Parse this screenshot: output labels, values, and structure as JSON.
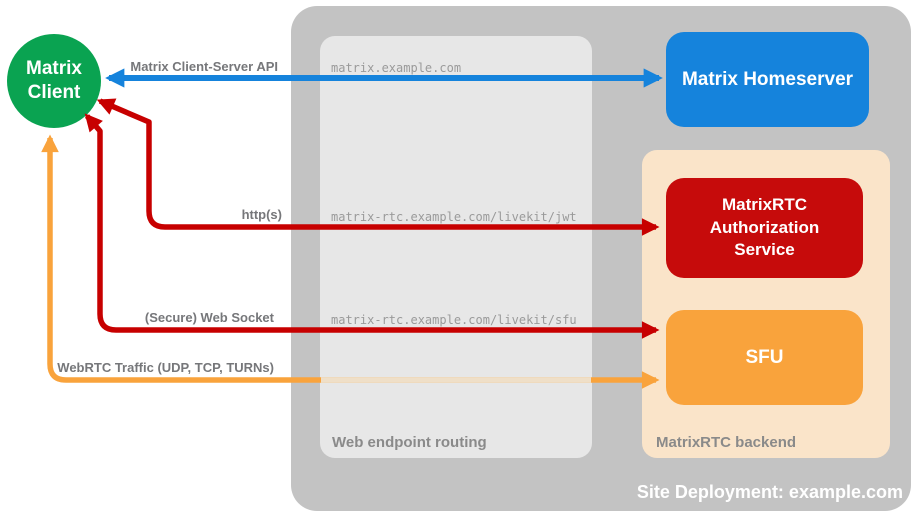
{
  "title": "Site Deployment: example.com",
  "nodes": {
    "client": {
      "label": "Matrix Client",
      "color": "#0AA351"
    },
    "homeserver": {
      "label": "Matrix Homeserver",
      "color": "#1583DC"
    },
    "auth_service": {
      "label": "MatrixRTC Authorization Service",
      "color": "#C60B0B"
    },
    "sfu": {
      "label": "SFU",
      "color": "#F9A33C"
    }
  },
  "containers": {
    "site": {
      "label": "Site Deployment: example.com",
      "color": "#C3C3C3"
    },
    "routing": {
      "label": "Web endpoint routing",
      "color": "#E7E7E7"
    },
    "backend": {
      "label": "MatrixRTC backend",
      "color": "#FAE4C9"
    }
  },
  "connections": [
    {
      "label": "Matrix Client-Server API",
      "endpoint": "matrix.example.com",
      "color": "#1583DC",
      "from": "Matrix Client",
      "to": "Matrix Homeserver",
      "bidirectional": true
    },
    {
      "label": "http(s)",
      "endpoint": "matrix-rtc.example.com/livekit/jwt",
      "color": "#C70000",
      "from": "Matrix Client",
      "to": "MatrixRTC Authorization Service",
      "bidirectional": true
    },
    {
      "label": "(Secure) Web Socket",
      "endpoint": "matrix-rtc.example.com/livekit/sfu",
      "color": "#C70000",
      "from": "Matrix Client",
      "to": "SFU",
      "bidirectional": true
    },
    {
      "label": "WebRTC Traffic (UDP, TCP, TURNs)",
      "endpoint": "",
      "color": "#F9A33C",
      "from": "Matrix Client",
      "to": "SFU",
      "bidirectional": true
    }
  ],
  "faded_line_color": "#EFDFC8"
}
